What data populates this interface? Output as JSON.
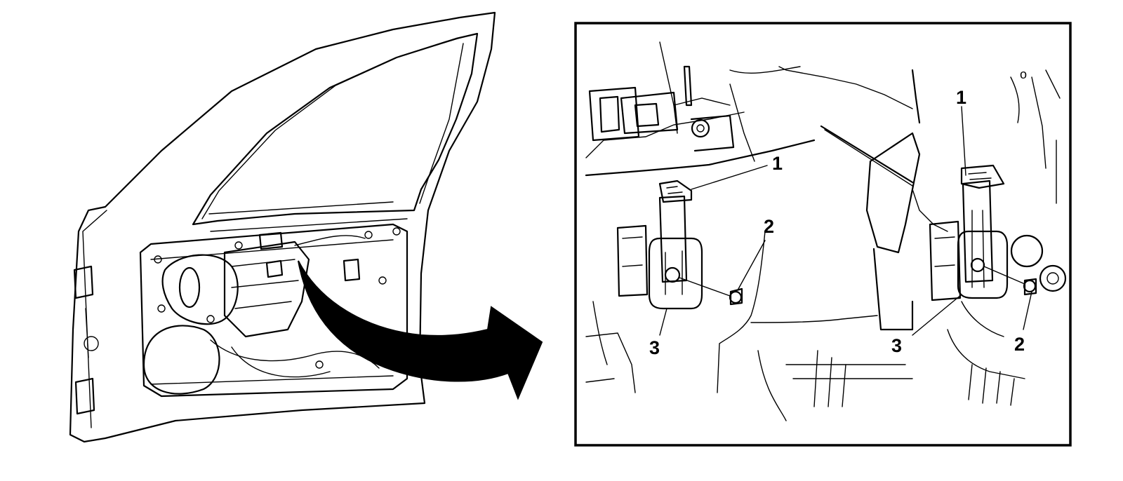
{
  "callouts": {
    "left_clip": "1",
    "left_screw": "2",
    "left_bracket": "3",
    "right_clip": "1",
    "right_screw": "2",
    "right_bracket": "3"
  },
  "colors": {
    "line": "#000000",
    "background": "#ffffff"
  }
}
